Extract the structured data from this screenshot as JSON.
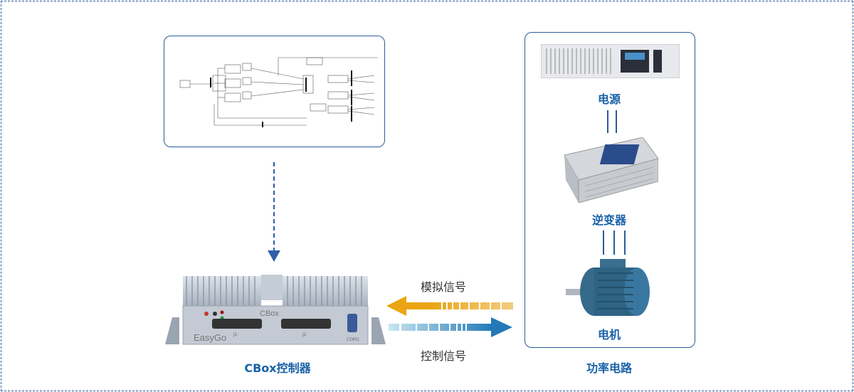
{
  "labels": {
    "power_supply": "电源",
    "inverter": "逆变器",
    "motor": "电机",
    "controller": "CBox控制器",
    "power_circuit": "功率电路",
    "analog_signal": "模拟信号",
    "control_signal": "控制信号"
  },
  "device": {
    "brand": "EasyGo",
    "model": "CBox",
    "ports": [
      "J1",
      "J2",
      "COM1"
    ]
  },
  "colors": {
    "accent": "#1a62a8",
    "border": "#2a5c9a",
    "analog_arrow": "#eba514",
    "control_arrow": "#2379b7"
  }
}
